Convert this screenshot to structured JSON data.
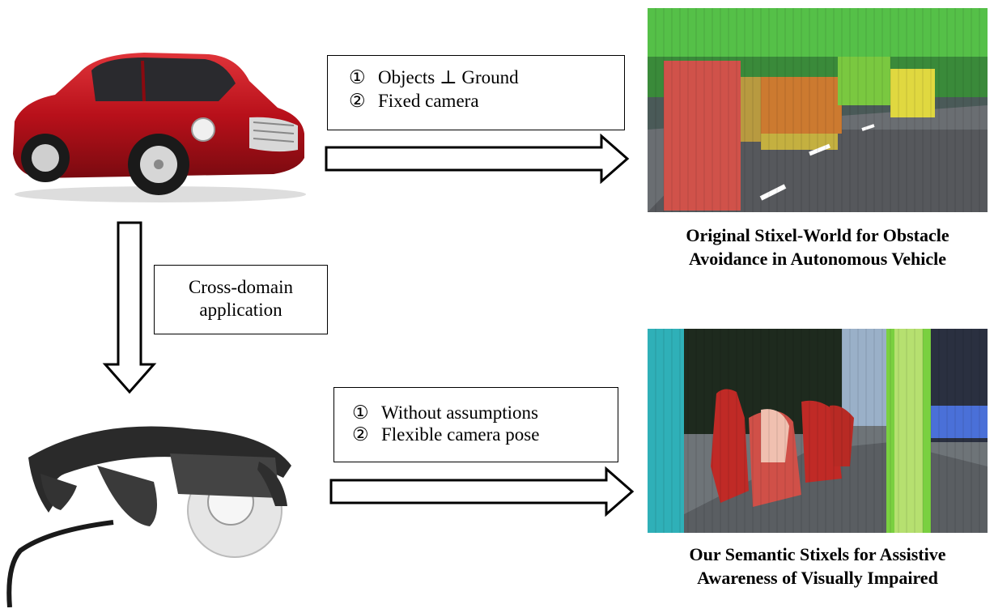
{
  "top_conditions": {
    "line1": {
      "num": "①",
      "text": "Objects ⊥ Ground"
    },
    "line2": {
      "num": "②",
      "text": "Fixed camera"
    }
  },
  "bottom_conditions": {
    "line1": {
      "num": "①",
      "text": "Without assumptions"
    },
    "line2": {
      "num": "②",
      "text": "Flexible camera pose"
    }
  },
  "cross_domain": {
    "line1": "Cross-domain",
    "line2": "application"
  },
  "captions": {
    "top_line1": "Original Stixel-World for Obstacle",
    "top_line2": "Avoidance in Autonomous Vehicle",
    "bottom_line1": "Our Semantic Stixels for Assistive",
    "bottom_line2": "Awareness of Visually Impaired"
  },
  "colors": {
    "car_red": "#c0141c",
    "stixel_green": "#4ccf3a",
    "stixel_yellow": "#e8e23a",
    "stixel_orange": "#d98a2a",
    "stixel_red": "#c83a2a"
  }
}
